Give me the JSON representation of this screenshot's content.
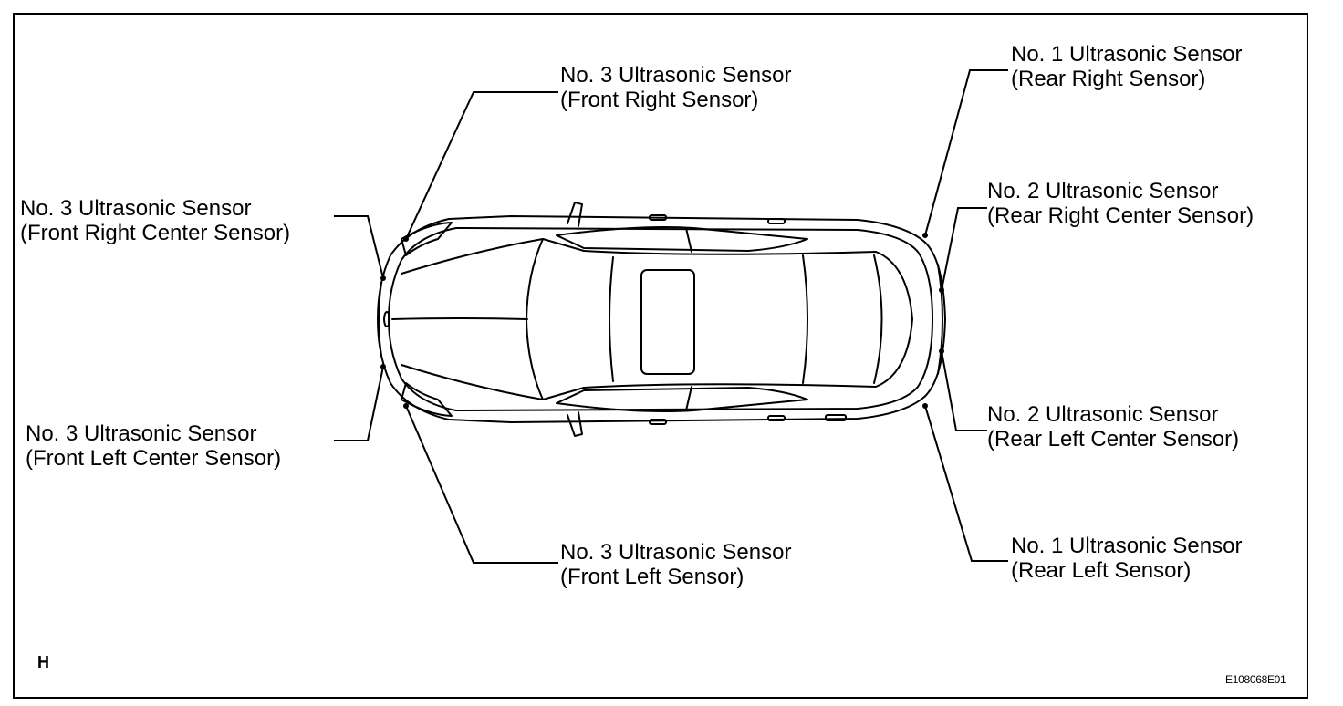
{
  "labels": {
    "front_right": {
      "line1": "No. 3 Ultrasonic Sensor",
      "line2": "(Front Right Sensor)"
    },
    "front_right_center": {
      "line1": "No. 3 Ultrasonic Sensor",
      "line2": "(Front Right Center Sensor)"
    },
    "front_left_center": {
      "line1": "No. 3 Ultrasonic Sensor",
      "line2": "(Front Left Center Sensor)"
    },
    "front_left": {
      "line1": "No. 3 Ultrasonic Sensor",
      "line2": "(Front Left Sensor)"
    },
    "rear_right": {
      "line1": "No. 1 Ultrasonic Sensor",
      "line2": "(Rear Right Sensor)"
    },
    "rear_right_center": {
      "line1": "No. 2 Ultrasonic Sensor",
      "line2": "(Rear Right Center Sensor)"
    },
    "rear_left_center": {
      "line1": "No. 2 Ultrasonic Sensor",
      "line2": "(Rear Left Center Sensor)"
    },
    "rear_left": {
      "line1": "No. 1 Ultrasonic Sensor",
      "line2": "(Rear Left Sensor)"
    }
  },
  "corner_letter": "H",
  "figure_id": "E108068E01"
}
